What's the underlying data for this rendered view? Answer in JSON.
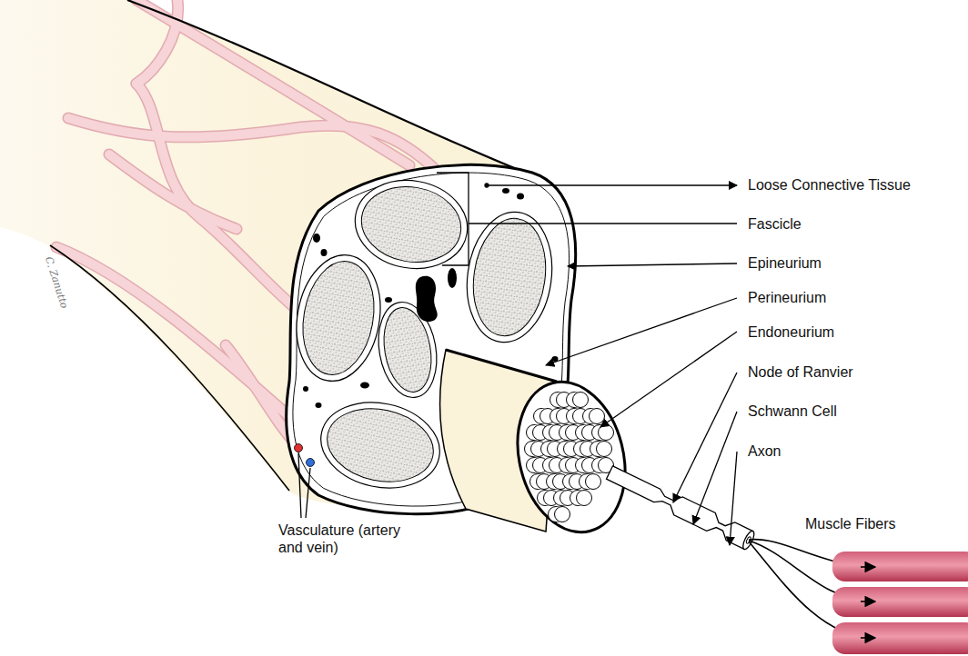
{
  "diagram": {
    "labels": [
      "Loose Connective Tissue",
      "Fascicle",
      "Epineurium",
      "Perineurium",
      "Endoneurium",
      "Node of Ranvier",
      "Schwann Cell",
      "Axon",
      "Muscle Fibers",
      "Vasculature (artery and vein)",
      "C. Zanutto"
    ]
  }
}
